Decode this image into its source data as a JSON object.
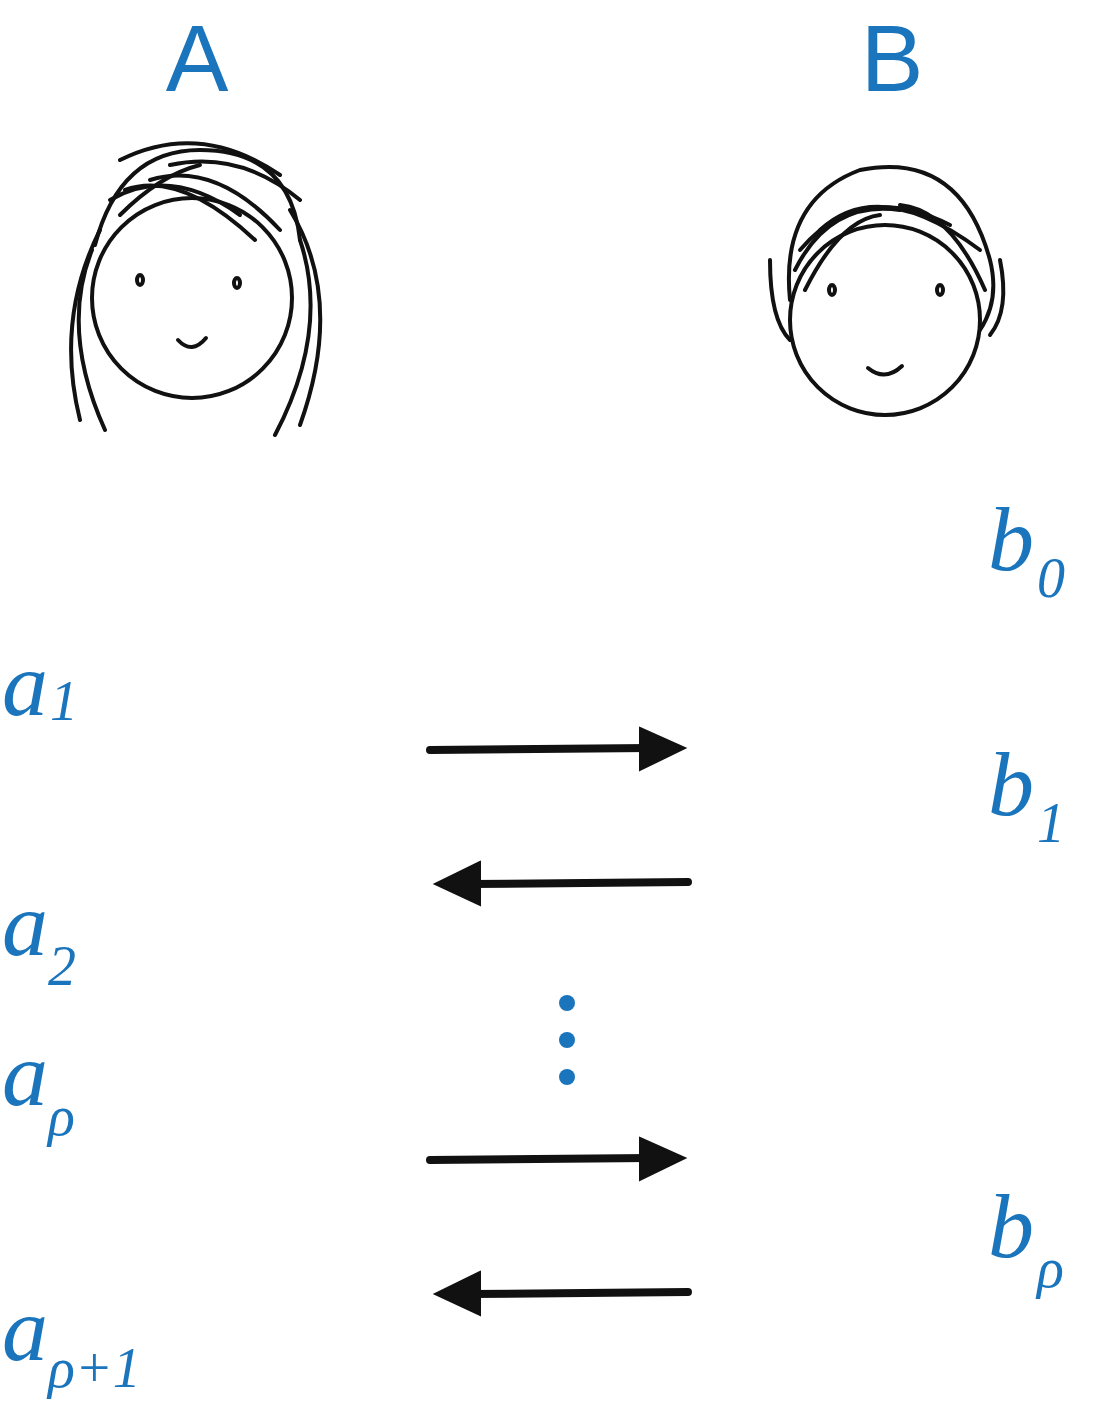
{
  "diagram": {
    "labels": [
      "A",
      "B",
      "b",
      "0",
      "a",
      "1",
      "b",
      "1",
      "a",
      "2",
      "a",
      "ρ",
      "b",
      "ρ",
      "a",
      "ρ+1"
    ]
  }
}
